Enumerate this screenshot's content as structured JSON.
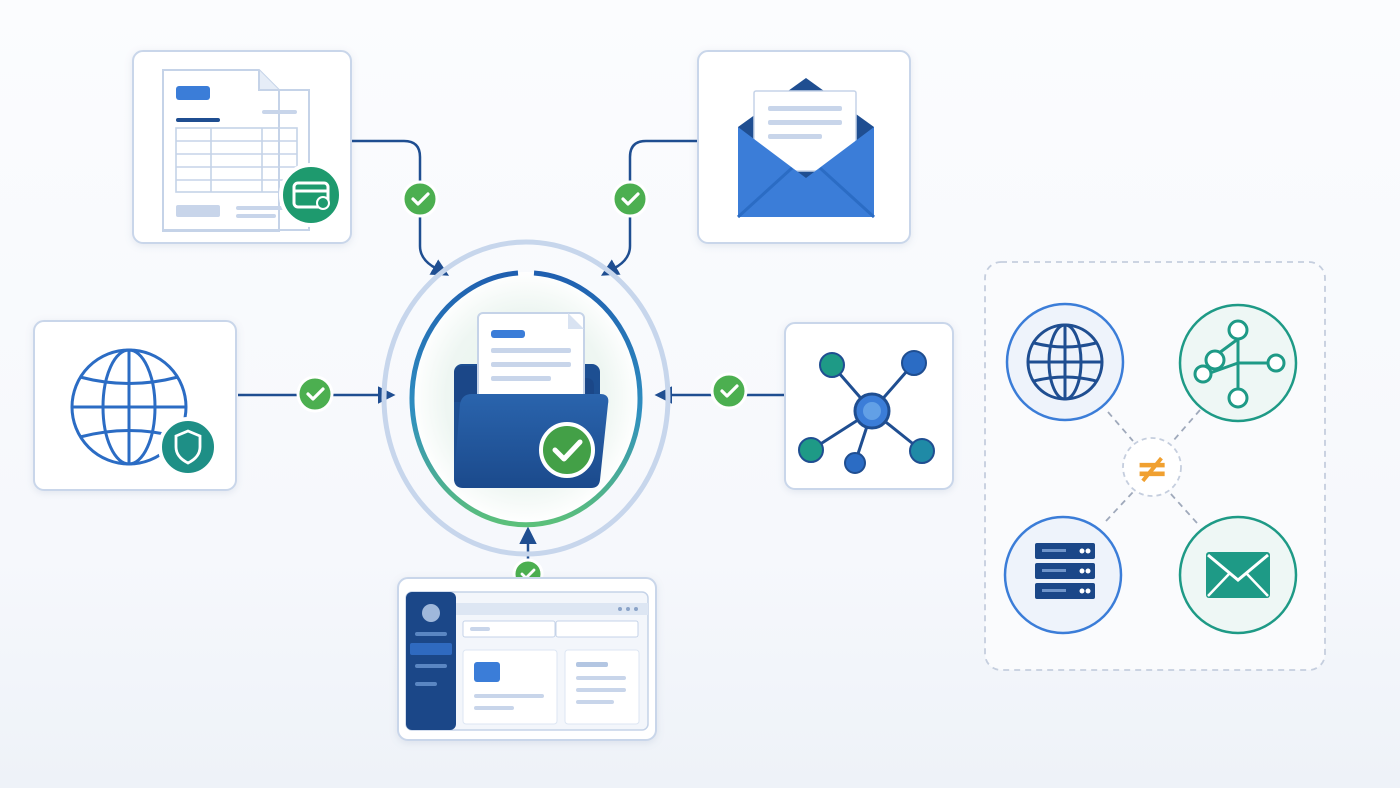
{
  "diagram": {
    "theme": {
      "navy": "#1f4e91",
      "blue": "#3b7dd8",
      "light_blue": "#9fb8db",
      "green": "#4caf50",
      "teal": "#1e9a86",
      "orange": "#f0a030",
      "card_border": "#c9d6ea",
      "card_fill": "#ffffff"
    },
    "hub": {
      "name": "central-document-folder",
      "icon": "folder-with-document-check-icon"
    },
    "sources": [
      {
        "name": "invoice-spreadsheet",
        "icon": "invoice-with-payment-card-icon",
        "link": "verified"
      },
      {
        "name": "email-message",
        "icon": "open-envelope-icon",
        "link": "verified"
      },
      {
        "name": "secure-web",
        "icon": "globe-with-shield-icon",
        "link": "verified"
      },
      {
        "name": "network-graph",
        "icon": "network-nodes-icon",
        "link": "verified"
      },
      {
        "name": "dashboard-app",
        "icon": "dashboard-window-icon",
        "link": "verified"
      }
    ],
    "disconnected_group": {
      "name": "unlinked-sources-group",
      "items": [
        {
          "name": "globe",
          "icon": "globe-icon"
        },
        {
          "name": "graph",
          "icon": "network-graph-icon"
        },
        {
          "name": "server",
          "icon": "server-rack-icon"
        },
        {
          "name": "mail",
          "icon": "mail-envelope-icon"
        }
      ],
      "relation_symbol": "≠"
    }
  }
}
